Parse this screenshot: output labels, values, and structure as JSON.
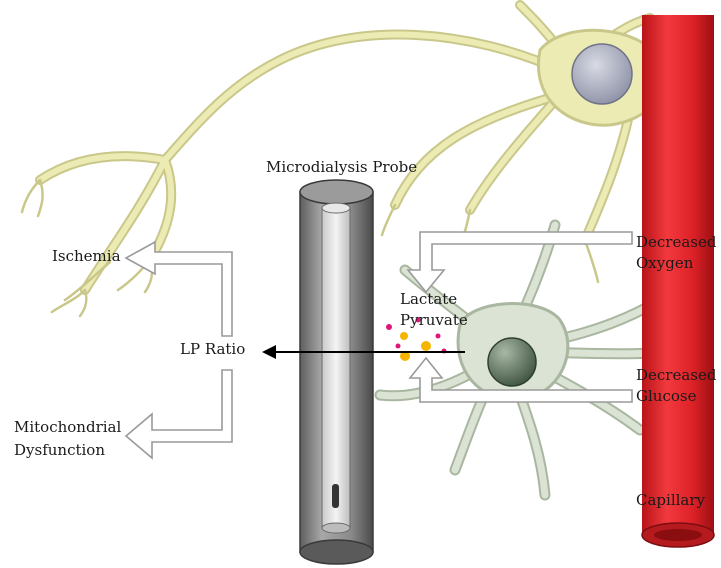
{
  "labels": {
    "probe": "Microdialysis Probe",
    "ischemia": "Ischemia",
    "lp_ratio": "LP Ratio",
    "mito_line1": "Mitochondrial",
    "mito_line2": "Dysfunction",
    "lactate": "Lactate",
    "pyruvate": "Pyruvate",
    "dec_oxygen_line1": "Decreased",
    "dec_oxygen_line2": "Oxygen",
    "dec_glucose_line1": "Decreased",
    "dec_glucose_line2": "Glucose",
    "capillary": "Capillary"
  },
  "colors": {
    "neuron": "#ecebb4",
    "neuron_outline": "#c9c88a",
    "astrocyte": "#dbe4d4",
    "astrocyte_outline": "#a9b6a0",
    "capillary": "#e3262c",
    "probe": "#8e8e8e",
    "lactate_dots": "#f5b400",
    "pyruvate_dots": "#e0157a"
  },
  "icons": [
    "neuron-cell",
    "astrocyte-cell",
    "capillary-vessel",
    "microdialysis-probe",
    "arrow-left",
    "hollow-arrow"
  ]
}
